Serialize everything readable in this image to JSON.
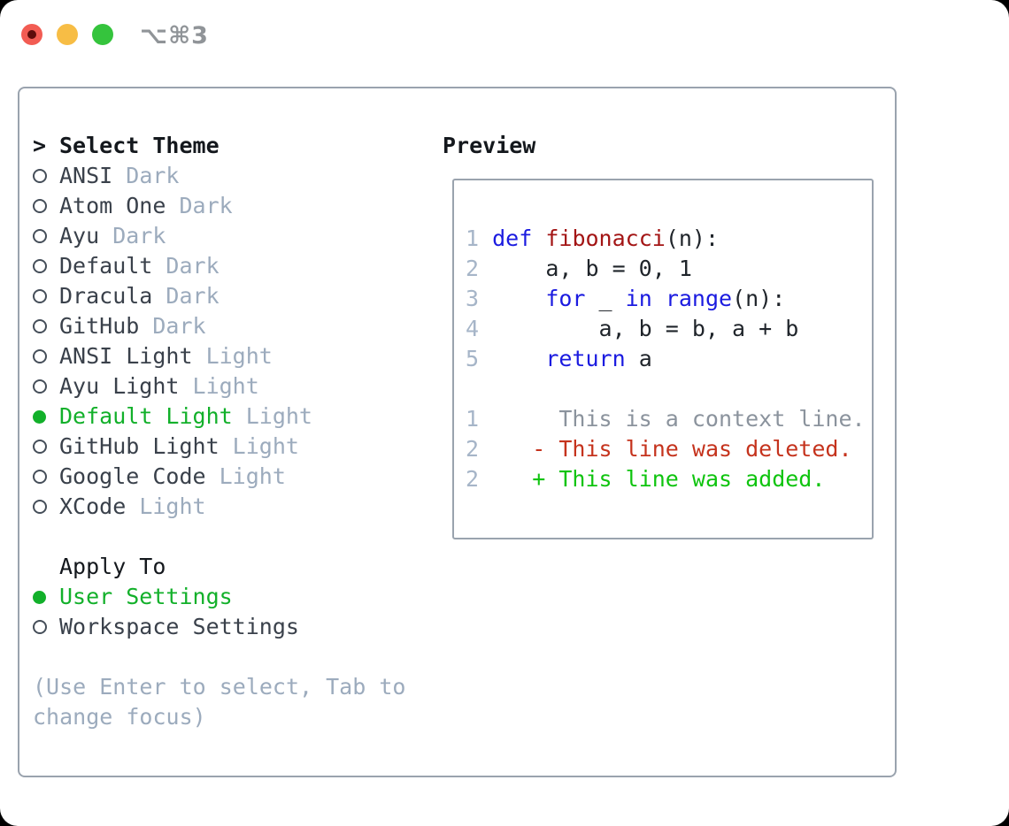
{
  "window": {
    "title": "⌥⌘3"
  },
  "colors": {
    "accent_green": "#12b02a",
    "keyword": "#1b1be0",
    "function_name": "#a31515",
    "code": "#1f242a",
    "line_number": "#a6b5c8",
    "context": "#8b939d",
    "deleted": "#c5331d",
    "added": "#0fc40f",
    "muted": "#9cabbd",
    "heading": "#14181d",
    "item_text": "#3a414b",
    "border": "#9aa3ae"
  },
  "theme_list": {
    "cursor": ">",
    "title": "Select Theme",
    "items": [
      {
        "name": "ANSI",
        "variant": "Dark",
        "selected": false
      },
      {
        "name": "Atom One",
        "variant": "Dark",
        "selected": false
      },
      {
        "name": "Ayu",
        "variant": "Dark",
        "selected": false
      },
      {
        "name": "Default",
        "variant": "Dark",
        "selected": false
      },
      {
        "name": "Dracula",
        "variant": "Dark",
        "selected": false
      },
      {
        "name": "GitHub",
        "variant": "Dark",
        "selected": false
      },
      {
        "name": "ANSI Light",
        "variant": "Light",
        "selected": false
      },
      {
        "name": "Ayu Light",
        "variant": "Light",
        "selected": false
      },
      {
        "name": "Default Light",
        "variant": "Light",
        "selected": true
      },
      {
        "name": "GitHub Light",
        "variant": "Light",
        "selected": false
      },
      {
        "name": "Google Code",
        "variant": "Light",
        "selected": false
      },
      {
        "name": "XCode",
        "variant": "Light",
        "selected": false
      }
    ]
  },
  "apply_to": {
    "title": "Apply To",
    "options": [
      {
        "label": "User Settings",
        "selected": true
      },
      {
        "label": "Workspace Settings",
        "selected": false
      }
    ]
  },
  "hint": "(Use Enter to select, Tab to change focus)",
  "preview": {
    "title": "Preview",
    "lines": [
      {
        "num": "1",
        "segments": [
          {
            "text": " ",
            "style": "code"
          },
          {
            "text": "def",
            "style": "keyword"
          },
          {
            "text": " ",
            "style": "code"
          },
          {
            "text": "fibonacci",
            "style": "function_name"
          },
          {
            "text": "(n):",
            "style": "code"
          }
        ]
      },
      {
        "num": "2",
        "segments": [
          {
            "text": "     a, b = 0, 1",
            "style": "code"
          }
        ]
      },
      {
        "num": "3",
        "segments": [
          {
            "text": "     ",
            "style": "code"
          },
          {
            "text": "for",
            "style": "keyword"
          },
          {
            "text": " _ ",
            "style": "code"
          },
          {
            "text": "in",
            "style": "keyword"
          },
          {
            "text": " ",
            "style": "code"
          },
          {
            "text": "range",
            "style": "keyword"
          },
          {
            "text": "(n):",
            "style": "code"
          }
        ]
      },
      {
        "num": "4",
        "segments": [
          {
            "text": "         a, b = b, a + b",
            "style": "code"
          }
        ]
      },
      {
        "num": "5",
        "segments": [
          {
            "text": "     ",
            "style": "code"
          },
          {
            "text": "return",
            "style": "keyword"
          },
          {
            "text": " a",
            "style": "code"
          }
        ]
      },
      {
        "num": "",
        "segments": []
      },
      {
        "num": "1",
        "segments": [
          {
            "text": "      This is a context line.",
            "style": "context"
          }
        ]
      },
      {
        "num": "2",
        "segments": [
          {
            "text": "    ",
            "style": "code"
          },
          {
            "text": "- This line was deleted.",
            "style": "deleted"
          }
        ]
      },
      {
        "num": "2",
        "segments": [
          {
            "text": "    ",
            "style": "code"
          },
          {
            "text": "+ This line was added.",
            "style": "added"
          }
        ]
      }
    ]
  }
}
